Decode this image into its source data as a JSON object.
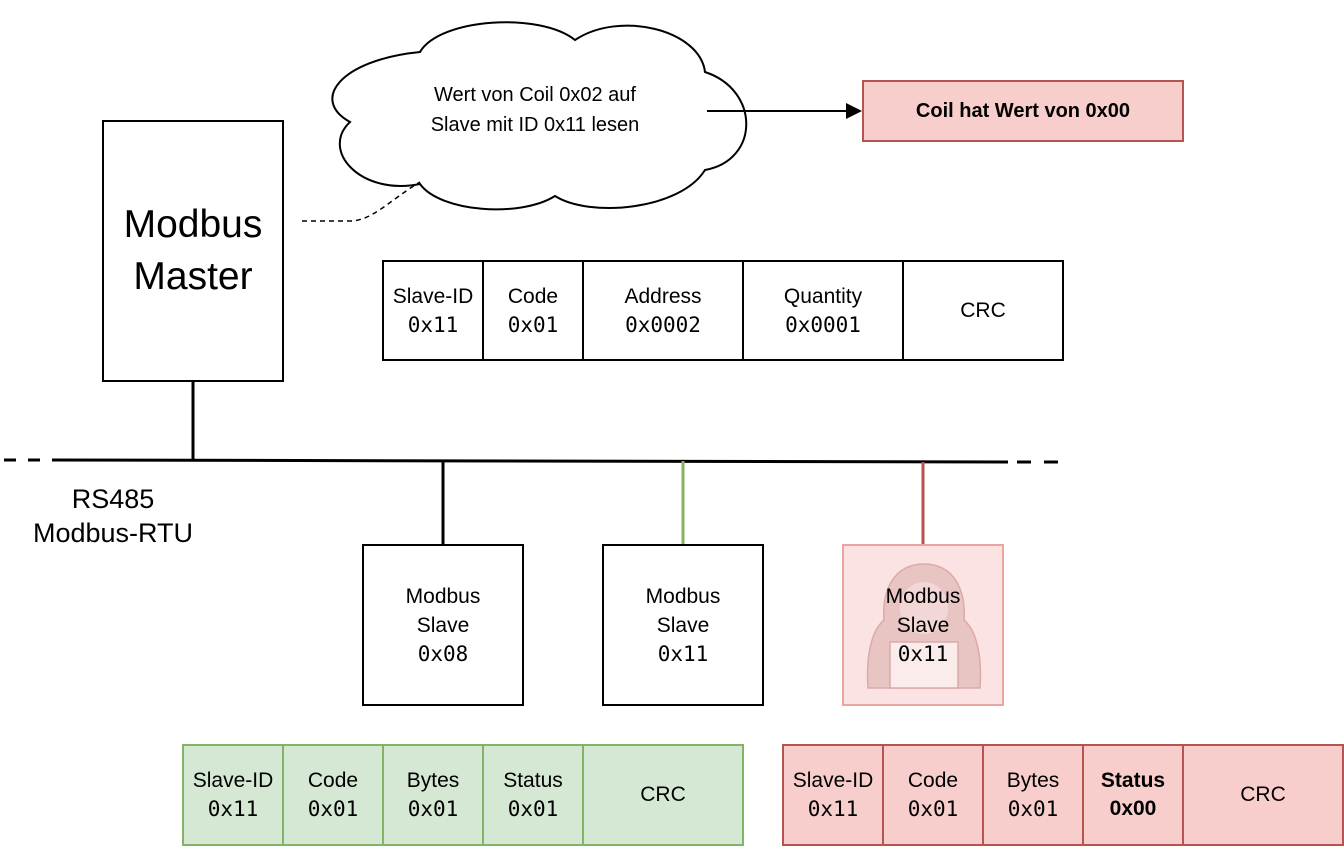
{
  "master": {
    "line1": "Modbus",
    "line2": "Master"
  },
  "cloud": {
    "line1": "Wert von Coil 0x02 auf",
    "line2": "Slave mit ID 0x11 lesen"
  },
  "result": {
    "text": "Coil hat Wert von 0x00",
    "fill": "#f8cecc",
    "stroke": "#b85450"
  },
  "bus": {
    "line1": "RS485",
    "line2": "Modbus-RTU"
  },
  "request_frame": {
    "fields": [
      {
        "label": "Slave-ID",
        "value": "0x11"
      },
      {
        "label": "Code",
        "value": "0x01"
      },
      {
        "label": "Address",
        "value": "0x0002"
      },
      {
        "label": "Quantity",
        "value": "0x0001"
      },
      {
        "label": "CRC",
        "value": ""
      }
    ]
  },
  "slaves": [
    {
      "line1": "Modbus",
      "line2": "Slave",
      "id": "0x08",
      "wire_color": "#000000"
    },
    {
      "line1": "Modbus",
      "line2": "Slave",
      "id": "0x11",
      "wire_color": "#82b366"
    },
    {
      "line1": "Modbus",
      "line2": "Slave",
      "id": "0x11",
      "wire_color": "#b85450",
      "fill": "#f8cecc",
      "icon": "hacker-icon"
    }
  ],
  "response_good": {
    "fill": "#d5e8d4",
    "stroke": "#82b366",
    "fields": [
      {
        "label": "Slave-ID",
        "value": "0x11"
      },
      {
        "label": "Code",
        "value": "0x01"
      },
      {
        "label": "Bytes",
        "value": "0x01"
      },
      {
        "label": "Status",
        "value": "0x01"
      },
      {
        "label": "CRC",
        "value": ""
      }
    ]
  },
  "response_bad": {
    "fill": "#f8cecc",
    "stroke": "#b85450",
    "fields": [
      {
        "label": "Slave-ID",
        "value": "0x11"
      },
      {
        "label": "Code",
        "value": "0x01"
      },
      {
        "label": "Bytes",
        "value": "0x01"
      },
      {
        "label": "Status",
        "value": "0x00"
      },
      {
        "label": "CRC",
        "value": ""
      }
    ]
  }
}
